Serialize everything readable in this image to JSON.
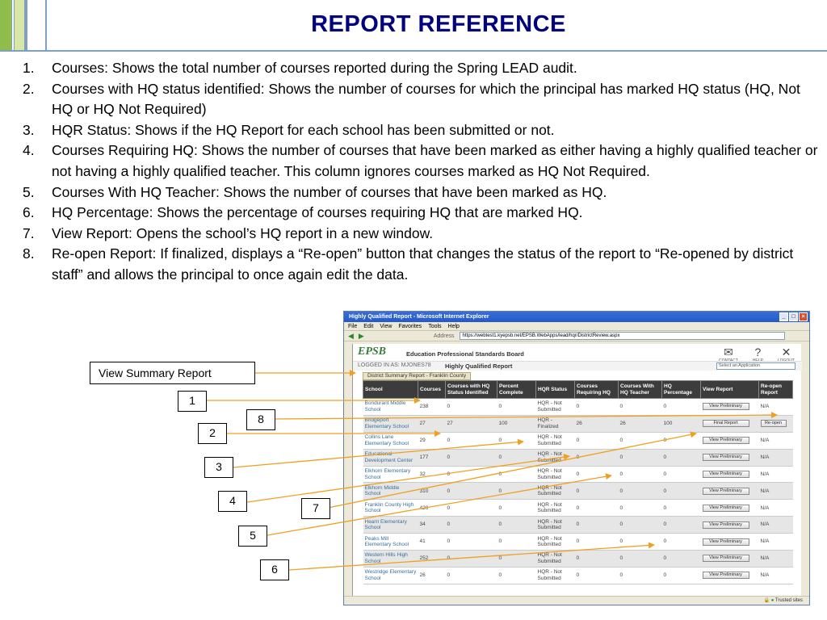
{
  "title": "REPORT REFERENCE",
  "colors": {
    "title": "#000080",
    "stripe_green": "#8fbc4a",
    "stripe_blue": "#7f9fc0",
    "callout_line": "#f0a020"
  },
  "items": [
    {
      "num": "1.",
      "text": "Courses: Shows the total number of courses reported during the Spring LEAD audit."
    },
    {
      "num": "2.",
      "text": "Courses with HQ status identified: Shows the number of courses for which the principal has marked HQ status (HQ, Not HQ or HQ Not Required)"
    },
    {
      "num": "3.",
      "text": "HQR Status: Shows if the HQ Report for each school has been submitted or not."
    },
    {
      "num": "4.",
      "text": "Courses Requiring HQ: Shows the number of courses that have been marked as either having a highly qualified teacher or not having a highly qualified teacher. This column ignores courses marked as HQ Not Required."
    },
    {
      "num": "5.",
      "text": "Courses With HQ Teacher: Shows the number of courses that have been marked as HQ."
    },
    {
      "num": "6.",
      "text": "HQ Percentage: Shows the percentage of courses requiring HQ that are marked HQ."
    },
    {
      "num": "7.",
      "text": "View Report: Opens the school’s HQ report in a new window."
    },
    {
      "num": "8.",
      "text": "Re-open Report: If finalized, displays a “Re-open” button that changes the status of the report to “Re-opened by district staff” and allows the principal to once again edit the data."
    }
  ],
  "callouts": {
    "summary": "View Summary Report",
    "labels": [
      "1",
      "2",
      "3",
      "4",
      "5",
      "6",
      "7",
      "8"
    ]
  },
  "browser": {
    "title": "Highly Qualified Report - Microsoft Internet Explorer",
    "menu": [
      "File",
      "Edit",
      "View",
      "Favorites",
      "Tools",
      "Help"
    ],
    "address_label": "Address",
    "address": "https://webtest1.kyepsb.net/EPSB.WebApps/lead/hqr/DistrictReview.aspx",
    "logo": "EPSB",
    "org_name": "Education Professional Standards Board",
    "icons": [
      "CONTACT",
      "HELP",
      "LOGOUT"
    ],
    "login": "LOGGED IN AS: MJONES78",
    "report_name": "Highly Qualified Report",
    "app_select": "Select an Application",
    "district_tab": "District Summary Report - Franklin County",
    "status": "Trusted sites",
    "headers": [
      "School",
      "Courses",
      "Courses with HQ Status Identified",
      "Percent Complete",
      "HQR Status",
      "Courses Requiring HQ",
      "Courses With HQ Teacher",
      "HQ Percentage",
      "View Report",
      "Re-open Report"
    ],
    "rows": [
      {
        "school": "Bondurant Middle School",
        "courses": "238",
        "identified": "0",
        "percent": "0",
        "status": "HQR - Not Submitted",
        "requiring": "0",
        "with_hq": "0",
        "hq_pct": "0",
        "view": "View Preliminary",
        "reopen": "N/A"
      },
      {
        "school": "Bridgeport Elementary School",
        "courses": "27",
        "identified": "27",
        "percent": "100",
        "status": "HQR - Finalized",
        "requiring": "26",
        "with_hq": "26",
        "hq_pct": "100",
        "view": "Final Report",
        "reopen": "Re-open"
      },
      {
        "school": "Collins Lane Elementary School",
        "courses": "29",
        "identified": "0",
        "percent": "0",
        "status": "HQR - Not Submitted",
        "requiring": "0",
        "with_hq": "0",
        "hq_pct": "0",
        "view": "View Preliminary",
        "reopen": "N/A"
      },
      {
        "school": "Educational Development Center",
        "courses": "177",
        "identified": "0",
        "percent": "0",
        "status": "HQR - Not Submitted",
        "requiring": "0",
        "with_hq": "0",
        "hq_pct": "0",
        "view": "View Preliminary",
        "reopen": "N/A"
      },
      {
        "school": "Elkhorn Elementary School",
        "courses": "32",
        "identified": "0",
        "percent": "0",
        "status": "HQR - Not Submitted",
        "requiring": "0",
        "with_hq": "0",
        "hq_pct": "0",
        "view": "View Preliminary",
        "reopen": "N/A"
      },
      {
        "school": "Elkhorn Middle School",
        "courses": "310",
        "identified": "0",
        "percent": "0",
        "status": "HQR - Not Submitted",
        "requiring": "0",
        "with_hq": "0",
        "hq_pct": "0",
        "view": "View Preliminary",
        "reopen": "N/A"
      },
      {
        "school": "Franklin County High School",
        "courses": "420",
        "identified": "0",
        "percent": "0",
        "status": "HQR - Not Submitted",
        "requiring": "0",
        "with_hq": "0",
        "hq_pct": "0",
        "view": "View Preliminary",
        "reopen": "N/A"
      },
      {
        "school": "Hearn Elementary School",
        "courses": "34",
        "identified": "0",
        "percent": "0",
        "status": "HQR - Not Submitted",
        "requiring": "0",
        "with_hq": "0",
        "hq_pct": "0",
        "view": "View Preliminary",
        "reopen": "N/A"
      },
      {
        "school": "Peaks Mill Elementary School",
        "courses": "41",
        "identified": "0",
        "percent": "0",
        "status": "HQR - Not Submitted",
        "requiring": "0",
        "with_hq": "0",
        "hq_pct": "0",
        "view": "View Preliminary",
        "reopen": "N/A"
      },
      {
        "school": "Western Hills High School",
        "courses": "252",
        "identified": "0",
        "percent": "0",
        "status": "HQR - Not Submitted",
        "requiring": "0",
        "with_hq": "0",
        "hq_pct": "0",
        "view": "View Preliminary",
        "reopen": "N/A"
      },
      {
        "school": "Westridge Elementary School",
        "courses": "26",
        "identified": "0",
        "percent": "0",
        "status": "HQR - Not Submitted",
        "requiring": "0",
        "with_hq": "0",
        "hq_pct": "0",
        "view": "View Preliminary",
        "reopen": "N/A"
      }
    ]
  }
}
